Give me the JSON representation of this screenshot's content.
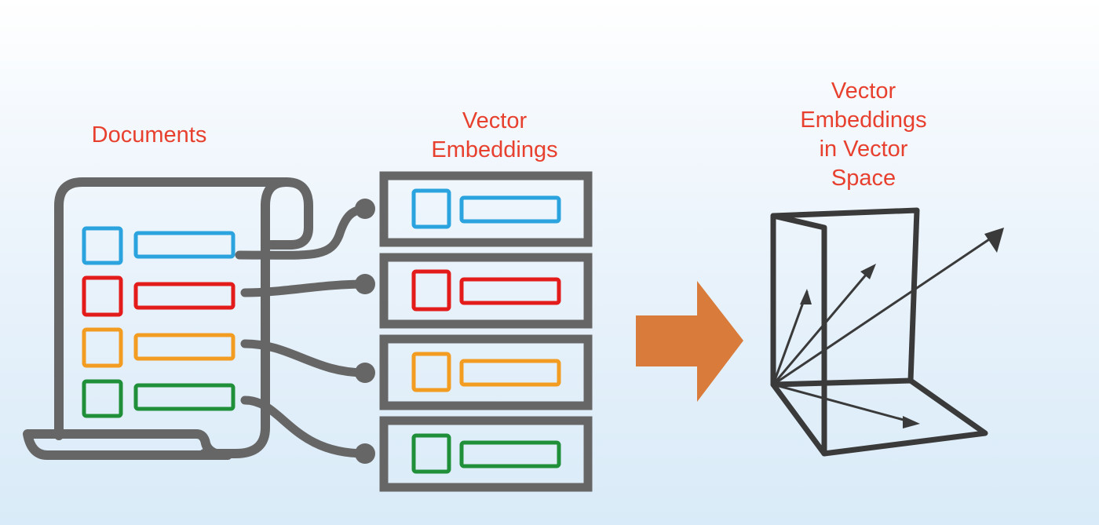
{
  "labels": {
    "documents": "Documents",
    "embeddings": "Vector\nEmbeddings",
    "space": "Vector\nEmbeddings\nin Vector\nSpace"
  },
  "colors": {
    "label": "#e8402e",
    "outline": "#666666",
    "arrow": "#d97b3a",
    "item_colors": [
      "#2aa3de",
      "#e31b1b",
      "#f39c22",
      "#1f8f3a"
    ]
  },
  "icons": {
    "document": "scroll-document-icon",
    "embedding": "vector-row-icon",
    "transform_arrow": "right-arrow-icon",
    "vector_space": "3d-axes-icon"
  }
}
